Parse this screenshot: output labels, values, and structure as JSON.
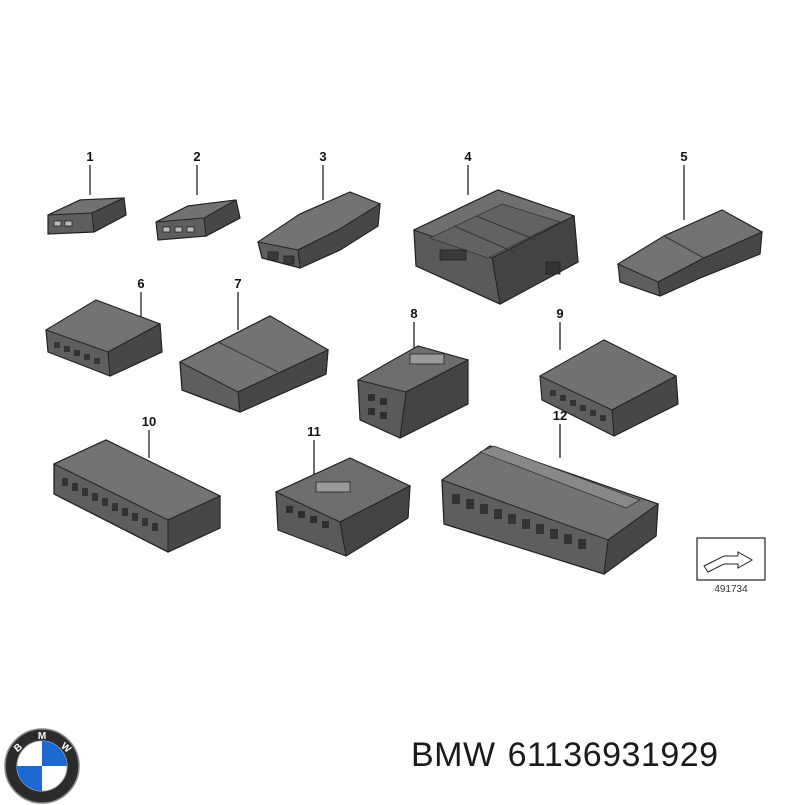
{
  "parts": [
    {
      "number": "1"
    },
    {
      "number": "2"
    },
    {
      "number": "3"
    },
    {
      "number": "4"
    },
    {
      "number": "5"
    },
    {
      "number": "6"
    },
    {
      "number": "7"
    },
    {
      "number": "8"
    },
    {
      "number": "9"
    },
    {
      "number": "10"
    },
    {
      "number": "11"
    },
    {
      "number": "12"
    }
  ],
  "reference_id": "491734",
  "footer": {
    "brand": "BMW",
    "part_number": "61136931929"
  },
  "logo": {
    "name": "bmw-logo",
    "letters": [
      "B",
      "M",
      "W"
    ]
  },
  "colors": {
    "part_fill": "#5a5a5a",
    "part_top": "#6e6e6e",
    "part_dark": "#3a3a3a",
    "outline": "#222222",
    "logo_blue": "#1c69d4"
  }
}
